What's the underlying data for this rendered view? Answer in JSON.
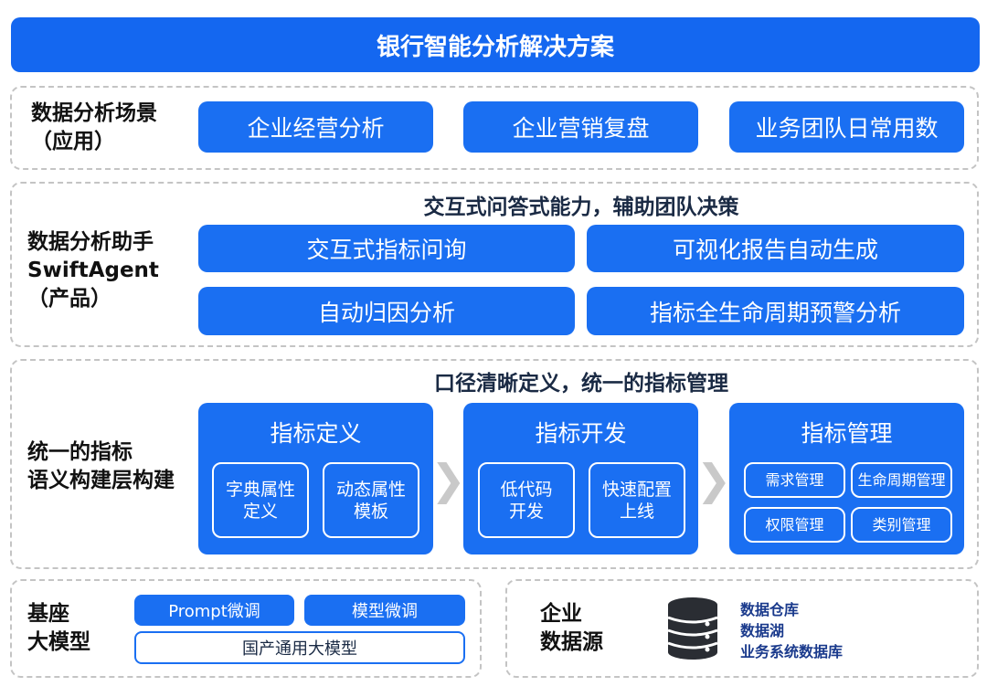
{
  "title": "银行智能分析解决方案",
  "scenario": {
    "label_line1": "数据分析场景",
    "label_line2": "（应用）",
    "items": [
      "企业经营分析",
      "企业营销复盘",
      "业务团队日常用数"
    ]
  },
  "assistant": {
    "label_line1": "数据分析助手",
    "label_line2": "SwiftAgent",
    "label_line3": "（产品）",
    "headline": "交互式问答式能力，辅助团队决策",
    "items": [
      "交互式指标问询",
      "可视化报告自动生成",
      "自动归因分析",
      "指标全生命周期预警分析"
    ]
  },
  "metrics": {
    "label_line1": "统一的指标",
    "label_line2": "语义构建层构建",
    "headline": "口径清晰定义，统一的指标管理",
    "cards": [
      {
        "title": "指标定义",
        "subs": [
          "字典属性\n定义",
          "动态属性\n模板"
        ]
      },
      {
        "title": "指标开发",
        "subs": [
          "低代码\n开发",
          "快速配置\n上线"
        ]
      },
      {
        "title": "指标管理",
        "subs": [
          "需求管理",
          "生命周期管理",
          "权限管理",
          "类别管理"
        ]
      }
    ],
    "arrow_glyph": "❯"
  },
  "base_model": {
    "label_line1": "基座",
    "label_line2": "大模型",
    "prompt_tuning": "Prompt微调",
    "model_tuning": "模型微调",
    "domestic_model": "国产通用大模型"
  },
  "data_source": {
    "label_line1": "企业",
    "label_line2": "数据源",
    "icon": "database-icon",
    "items": [
      "数据仓库",
      "数据湖",
      "业务系统数据库"
    ]
  },
  "colors": {
    "primary_blue": "#1a6ff2",
    "title_blue": "#1467f0",
    "dashed_border": "#c4c4c4",
    "chevron_gray": "#c9c9c9"
  }
}
